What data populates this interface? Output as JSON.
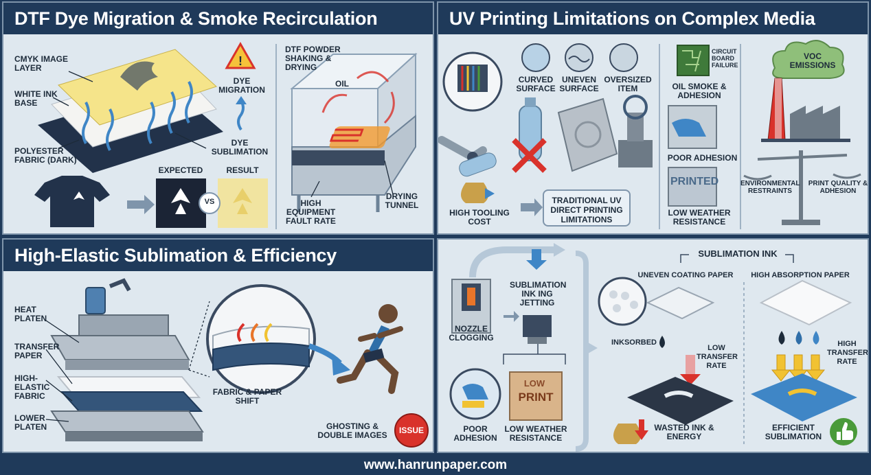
{
  "panels": {
    "dtf": {
      "title": "DTF Dye Migration & Smoke Recirculation",
      "labels": {
        "cmyk": "CMYK IMAGE LAYER",
        "white_ink": "WHITE INK BASE",
        "polyester": "POLYESTER FABRIC (DARK)",
        "dye_migration": "DYE MIGRATION",
        "dye_sublimation": "DYE SUBLIMATION",
        "expected": "EXPECTED",
        "result": "RESULT",
        "vs": "VS",
        "powder": "DTF POWDER SHAKING & DRYING",
        "oil": "OIL",
        "equipment": "HIGH EQUIPMENT FAULT RATE",
        "tunnel": "DRYING TUNNEL"
      }
    },
    "uv": {
      "title": "UV Printing Limitations on Complex Media",
      "labels": {
        "curved": "CURVED SURFACE",
        "uneven": "UNEVEN SURFACE",
        "oversized": "OVERSIZED ITEM",
        "tooling": "HIGH TOOLING COST",
        "traditional": "TRADITIONAL UV DIRECT PRINTING LIMITATIONS",
        "circuit": "CIRCUIT BOARD FAILURE",
        "oil_smoke": "OIL SMOKE & ADHESION",
        "poor_adhesion": "POOR ADHESION",
        "printed": "PRINTED",
        "low_weather": "LOW WEATHER RESISTANCE",
        "voc": "VOC EMISSIONS",
        "env": "ENVIRONMENTAL RESTRAINTS",
        "print_quality": "PRINT QUALITY & ADHESION"
      }
    },
    "elastic": {
      "title": "High-Elastic Sublimation & Efficiency",
      "labels": {
        "heat_platen": "HEAT PLATEN",
        "transfer_paper": "TRANSFER PAPER",
        "fabric": "HIGH-ELASTIC FABRIC",
        "lower_platen": "LOWER PLATEN",
        "shift": "FABRIC & PAPER SHIFT",
        "ghosting": "GHOSTING & DOUBLE IMAGES",
        "issue": "ISSUE"
      }
    },
    "sublimation": {
      "labels": {
        "jetting": "SUBLIMATION INK ING JETTING",
        "nozzle": "NOZZLE CLOGGING",
        "poor_adhesion": "POOR ADHESION",
        "low_weather": "LOW WEATHER RESISTANCE",
        "print_sample": "PRINT",
        "low_sample": "LOW",
        "ink_title": "SUBLIMATION INK",
        "uneven_paper": "UNEVEN COATING PAPER",
        "absorption_paper": "HIGH ABSORPTION PAPER",
        "inksorbed": "INKSORBED",
        "low_transfer": "LOW TRANSFER RATE",
        "high_transfer": "HIGH TRANSFER RATE",
        "wasted": "WASTED INK & ENERGY",
        "efficient": "EFFICIENT SUBLIMATION"
      }
    }
  },
  "footer": "www.hanrunpaper.com",
  "colors": {
    "header_bg": "#1f3a5a",
    "panel_bg": "#dfe8ef",
    "accent_blue": "#3f86c6",
    "accent_red": "#d9322b",
    "accent_green": "#4a9a3a",
    "accent_yellow": "#f1c232"
  }
}
